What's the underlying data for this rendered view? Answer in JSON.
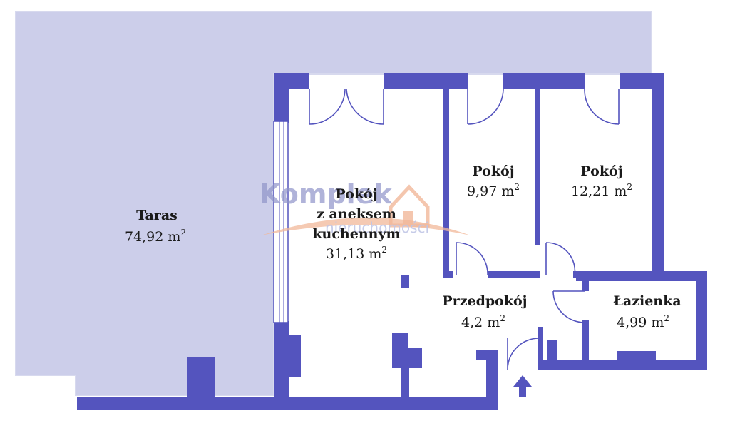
{
  "colors": {
    "wall": "#5454be",
    "terrace": "#ccceea",
    "floor": "#ffffff",
    "door": "#5454be",
    "watermark_blue": "#8f94c9",
    "watermark_orange": "#f2b89a"
  },
  "rooms": {
    "taras": {
      "name": "Taras",
      "area": "74,92 m",
      "sup": "2"
    },
    "salon": {
      "name_line1": "Pokój",
      "name_line2": "z aneksem",
      "name_line3": "kuchennym",
      "area": "31,13 m",
      "sup": "2"
    },
    "pokoj1": {
      "name": "Pokój",
      "area": "9,97 m",
      "sup": "2"
    },
    "pokoj2": {
      "name": "Pokój",
      "area": "12,21 m",
      "sup": "2"
    },
    "przedpokoj": {
      "name": "Przedpokój",
      "area": "4,2 m",
      "sup": "2"
    },
    "lazienka": {
      "name": "Łazienka",
      "area": "4,99 m",
      "sup": "2"
    }
  },
  "watermark": {
    "brand": "Komplek",
    "tagline": "nieruchomości",
    "logo_icon": "house-icon"
  },
  "entrance": {
    "icon": "entrance-arrow-icon"
  }
}
